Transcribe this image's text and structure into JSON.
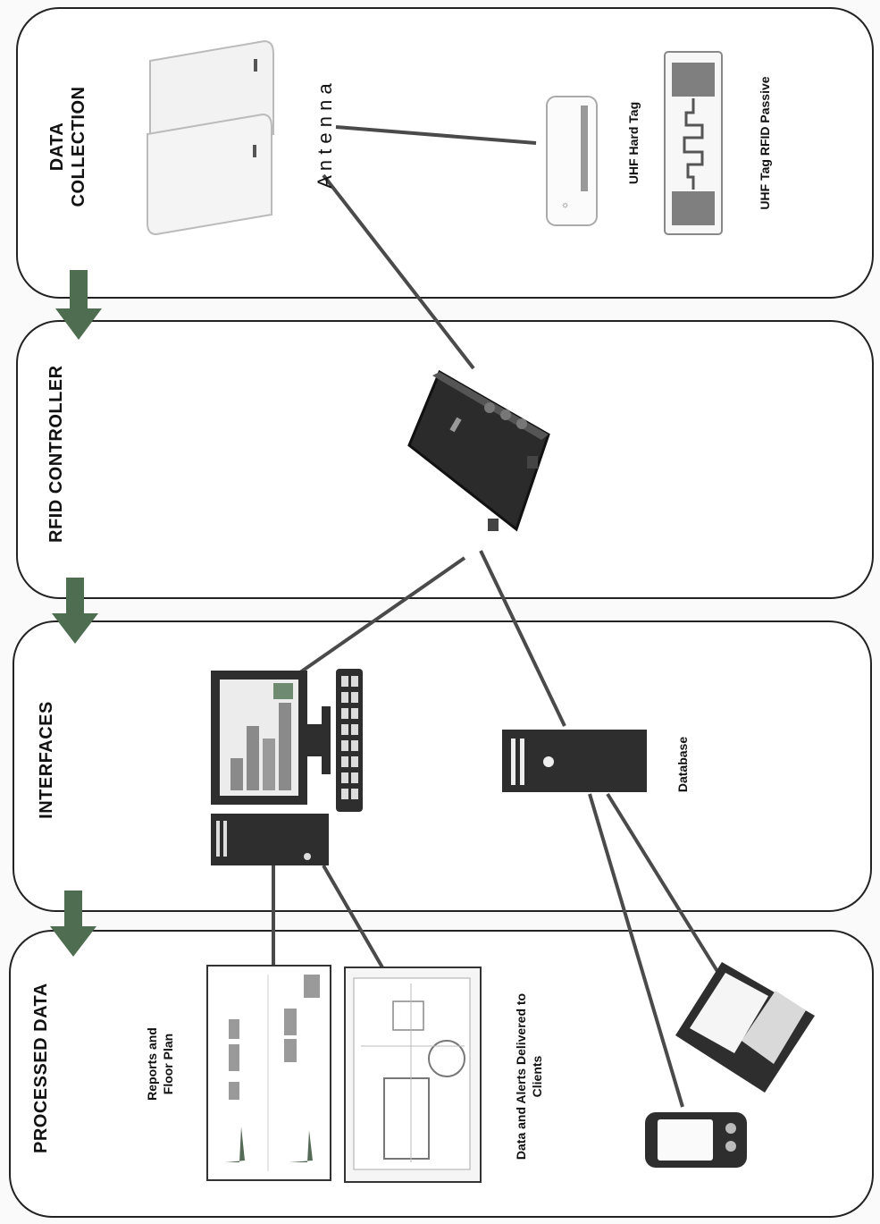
{
  "sections": {
    "data_collection": [
      "DATA",
      "COLLECTION"
    ],
    "rfid_controller": "RFID CONTROLLER",
    "interfaces": "INTERFACES",
    "processed_data": "PROCESSED DATA"
  },
  "labels": {
    "antenna": "A n t e n n a",
    "uhf_hard_tag": "UHF Hard Tag",
    "uhf_tag_passive": "UHF Tag RFID Passive",
    "database": "Database",
    "reports": [
      "Reports  and",
      "Floor Plan"
    ],
    "delivered": [
      "Data and Alerts Delivered to",
      "Clients"
    ]
  },
  "colors": {
    "arrow": "#4f6d50",
    "device_dark": "#2b2b2b",
    "bar_fill": "#8a8a8a"
  }
}
